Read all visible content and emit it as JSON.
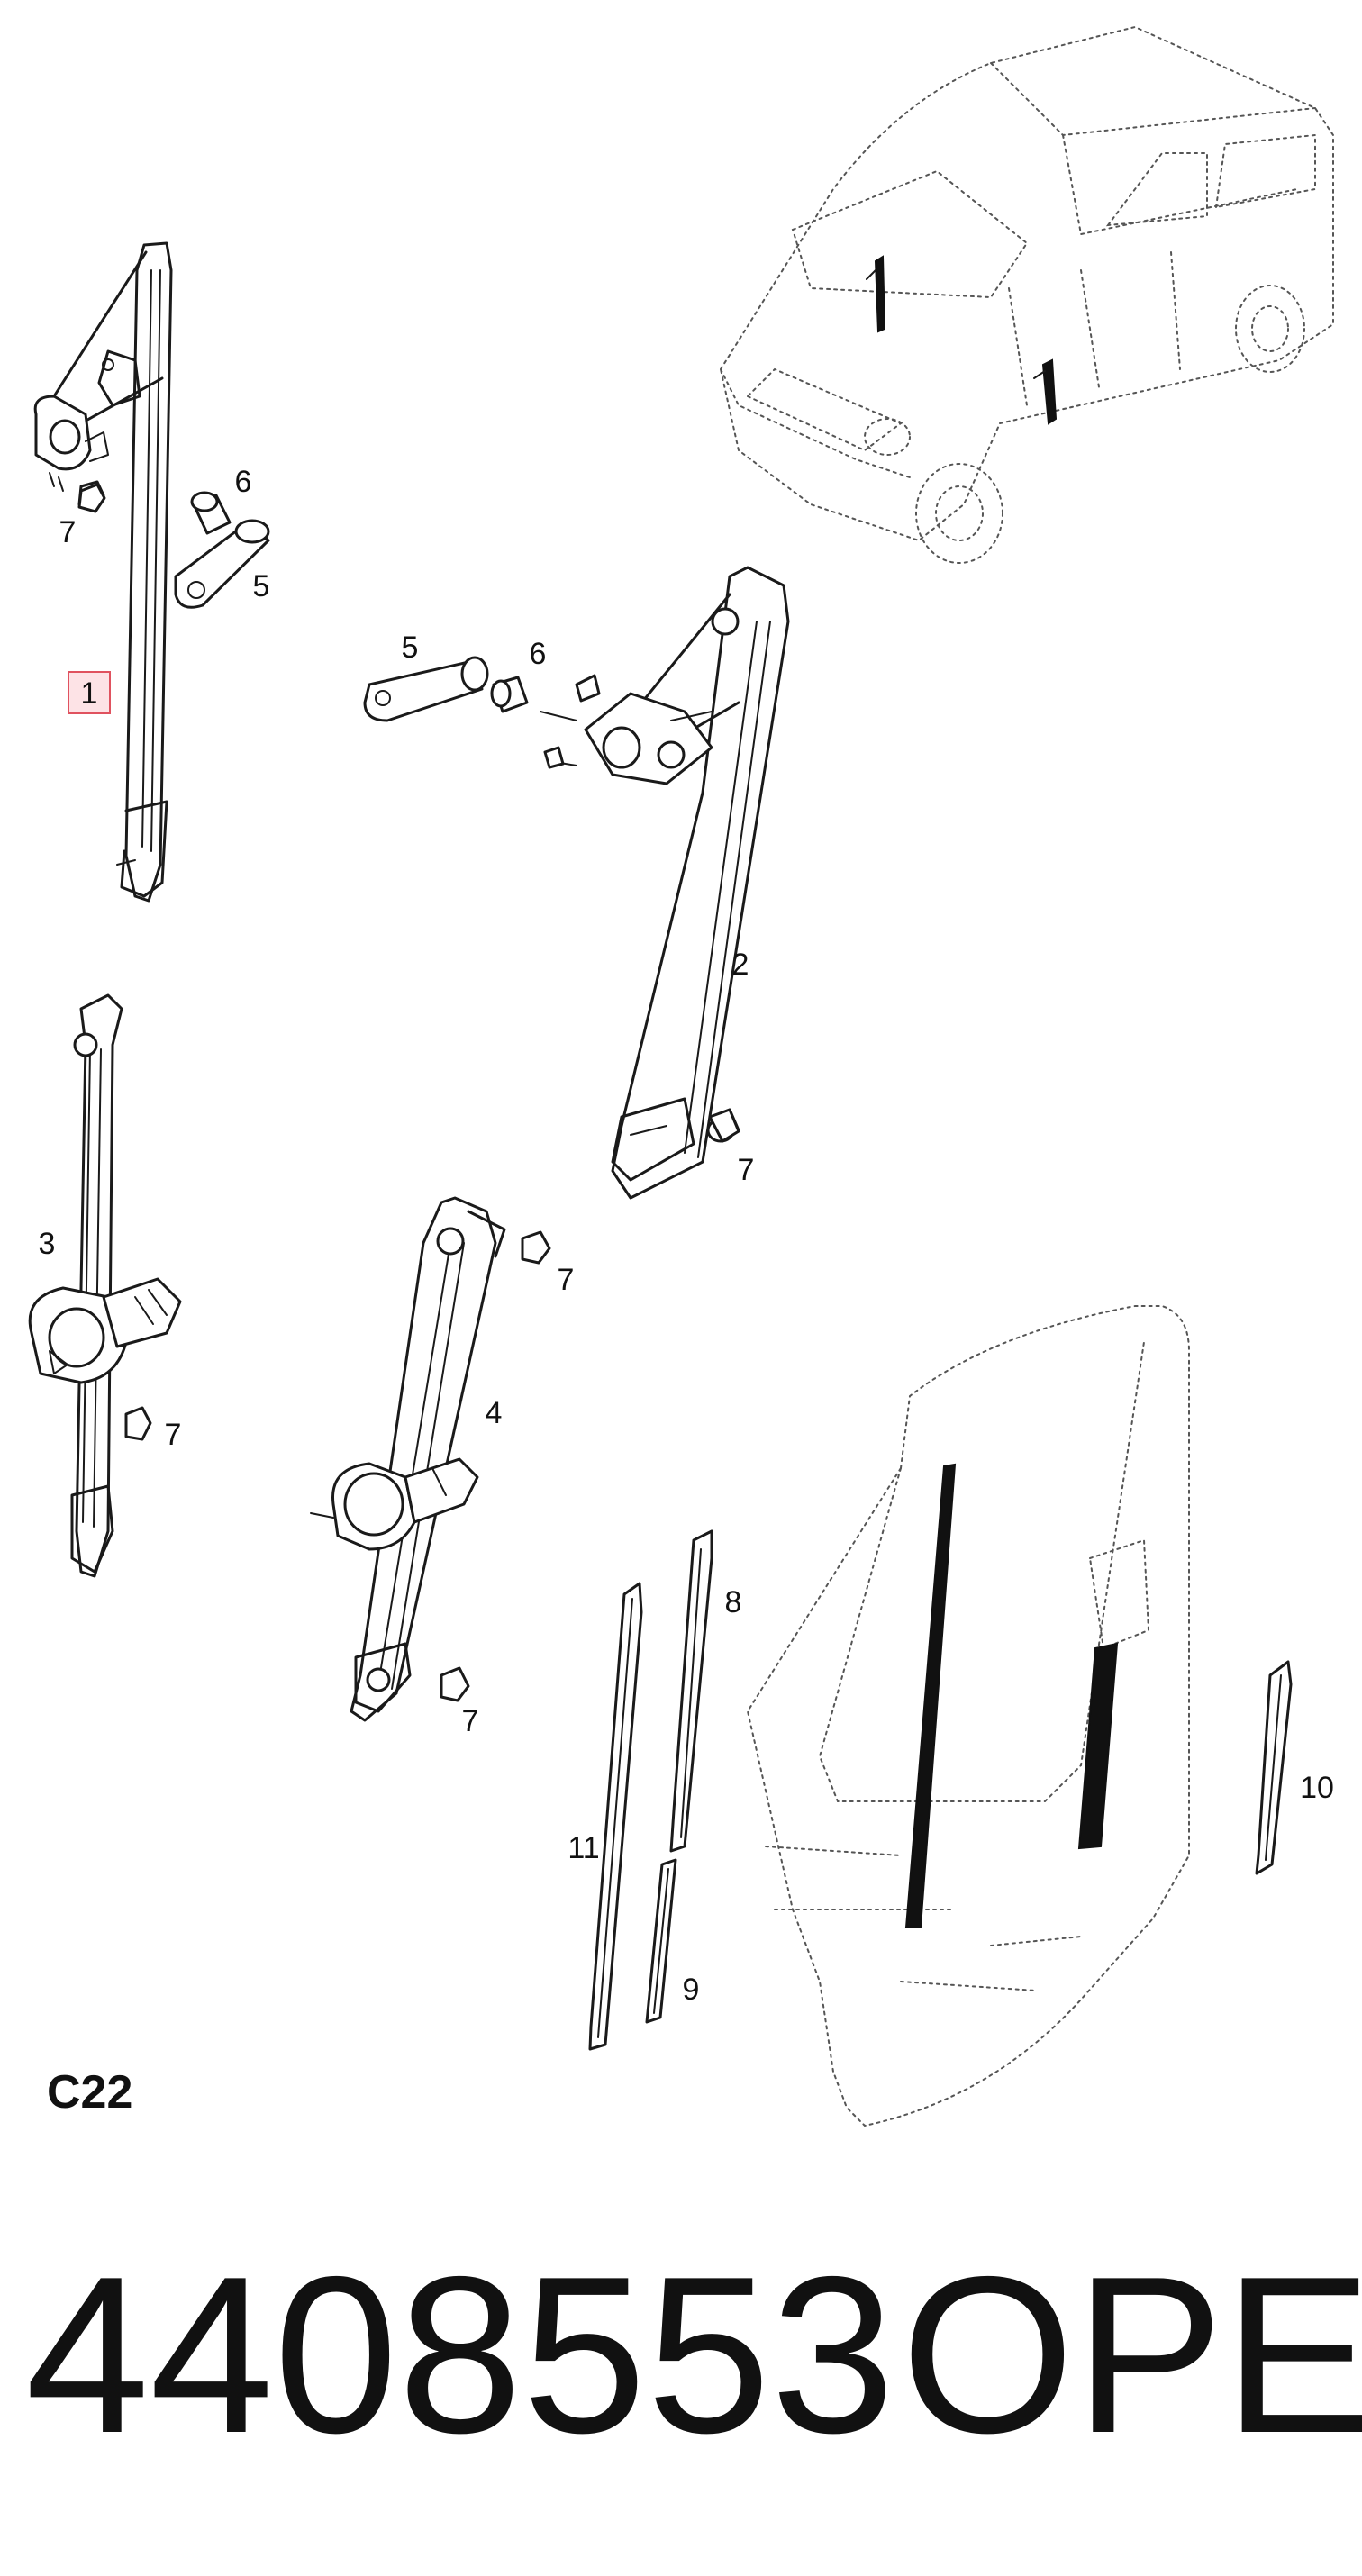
{
  "callouts": {
    "c1": "1",
    "c2": "2",
    "c3": "3",
    "c4": "4",
    "c5a": "5",
    "c5b": "5",
    "c6a": "6",
    "c6b": "6",
    "c7a": "7",
    "c7b": "7",
    "c7c": "7",
    "c7d": "7",
    "c7e": "7",
    "c8": "8",
    "c9": "9",
    "c10": "10",
    "c11": "11"
  },
  "sheet_code": "C22",
  "part_number": "4408553",
  "brand": "OPEL",
  "colors": {
    "line": "#1a1a1a",
    "highlight_fill": "#fde3e6",
    "highlight_stroke": "#e0525f"
  }
}
